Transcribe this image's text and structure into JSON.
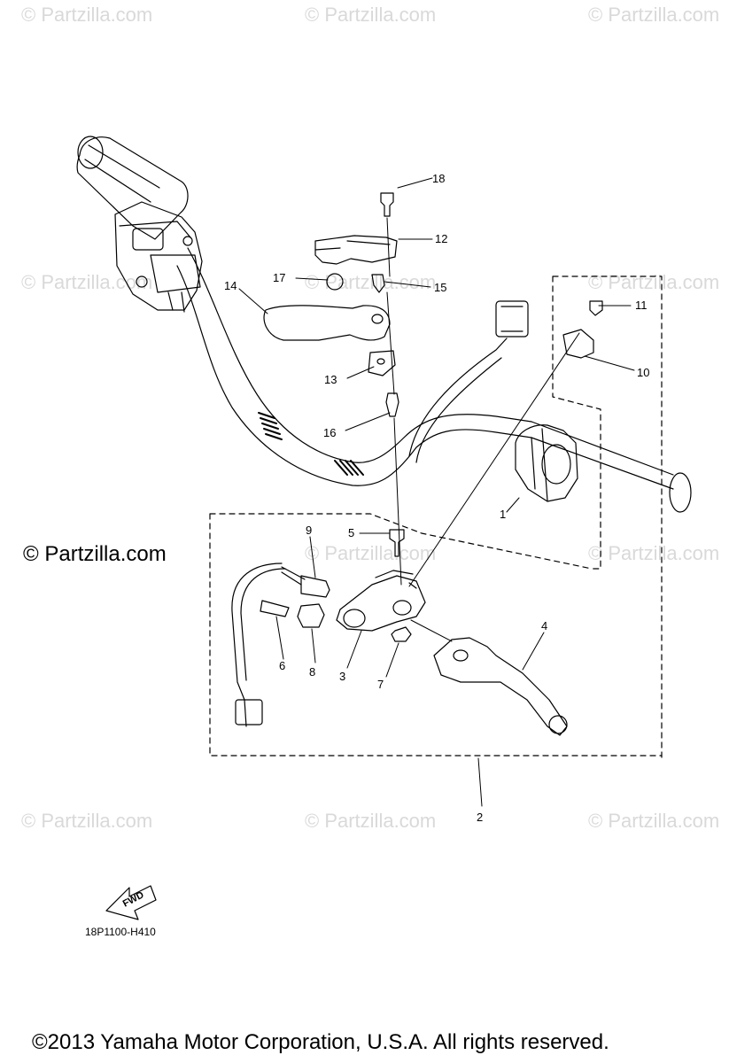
{
  "watermark": {
    "text": "© Partzilla.com"
  },
  "site_tag": "© Partzilla.com",
  "parts": {
    "p1": "1",
    "p2": "2",
    "p3": "3",
    "p4": "4",
    "p5": "5",
    "p6": "6",
    "p7": "7",
    "p8": "8",
    "p9": "9",
    "p10": "10",
    "p11": "11",
    "p12": "12",
    "p13": "13",
    "p14": "14",
    "p15": "15",
    "p16": "16",
    "p17": "17",
    "p18": "18"
  },
  "fwd_label": "FWD",
  "figure_code": "18P1100-H410",
  "copyright": "©2013  Yamaha Motor Corporation, U.S.A. All rights reserved."
}
